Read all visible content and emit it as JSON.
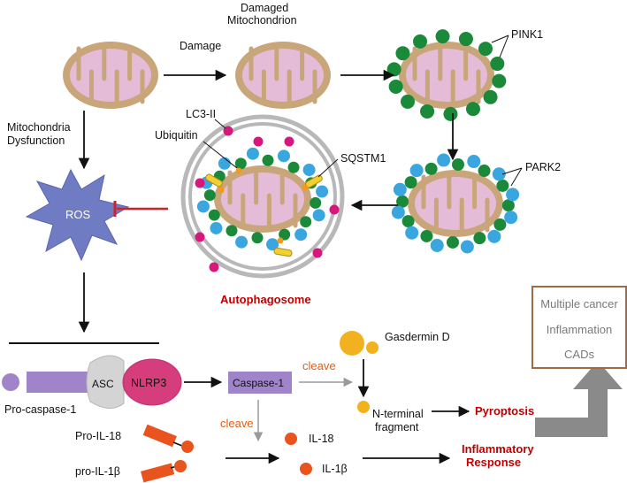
{
  "colors": {
    "mito_outer": "#c9a57a",
    "mito_inner": "#e5bcd8",
    "pink1": "#1a8a3a",
    "park2": "#3aa6e0",
    "lc3": "#d8177e",
    "red_label": "#c00000",
    "orange_label": "#e06010",
    "ros": "#6f7cc4",
    "nlrp3": "#d63d7d",
    "procasp": "#9f84c9",
    "gasdermin": "#f2b21f",
    "il": "#e8531e",
    "box_border": "#a06a45",
    "box_text": "#7a7a7a",
    "big_arrow": "#8a8a8a"
  },
  "labels": {
    "damage": "Damage",
    "damaged_mito_line1": "Damaged",
    "damaged_mito_line2": "Mitochondrion",
    "pink1": "PINK1",
    "park2": "PARK2",
    "lc3": "LC3-II",
    "ubiquitin": "Ubiquitin",
    "sqstm1": "SQSTM1",
    "autophagosome": "Autophagosome",
    "mito_dys_line1": "Mitochondria",
    "mito_dys_line2": "Dysfunction",
    "ros": "ROS",
    "asc": "ASC",
    "nlrp3": "NLRP3",
    "pro_caspase": "Pro-caspase-1",
    "caspase1": "Caspase-1",
    "cleave_top": "cleave",
    "cleave_bottom": "cleave",
    "gasdermin": "Gasdermin D",
    "nterm_line1": "N-terminal",
    "nterm_line2": "fragment",
    "pyroptosis": "Pyroptosis",
    "pro_il18": "Pro-IL-18",
    "pro_il1b": "pro-IL-1β",
    "il18": "IL-18",
    "il1b": "IL-1β",
    "inflam_line1": "Inflammatory",
    "inflam_line2": "Response"
  },
  "outcomes": [
    "Multiple cancer",
    "Inflammation",
    "CADs"
  ]
}
